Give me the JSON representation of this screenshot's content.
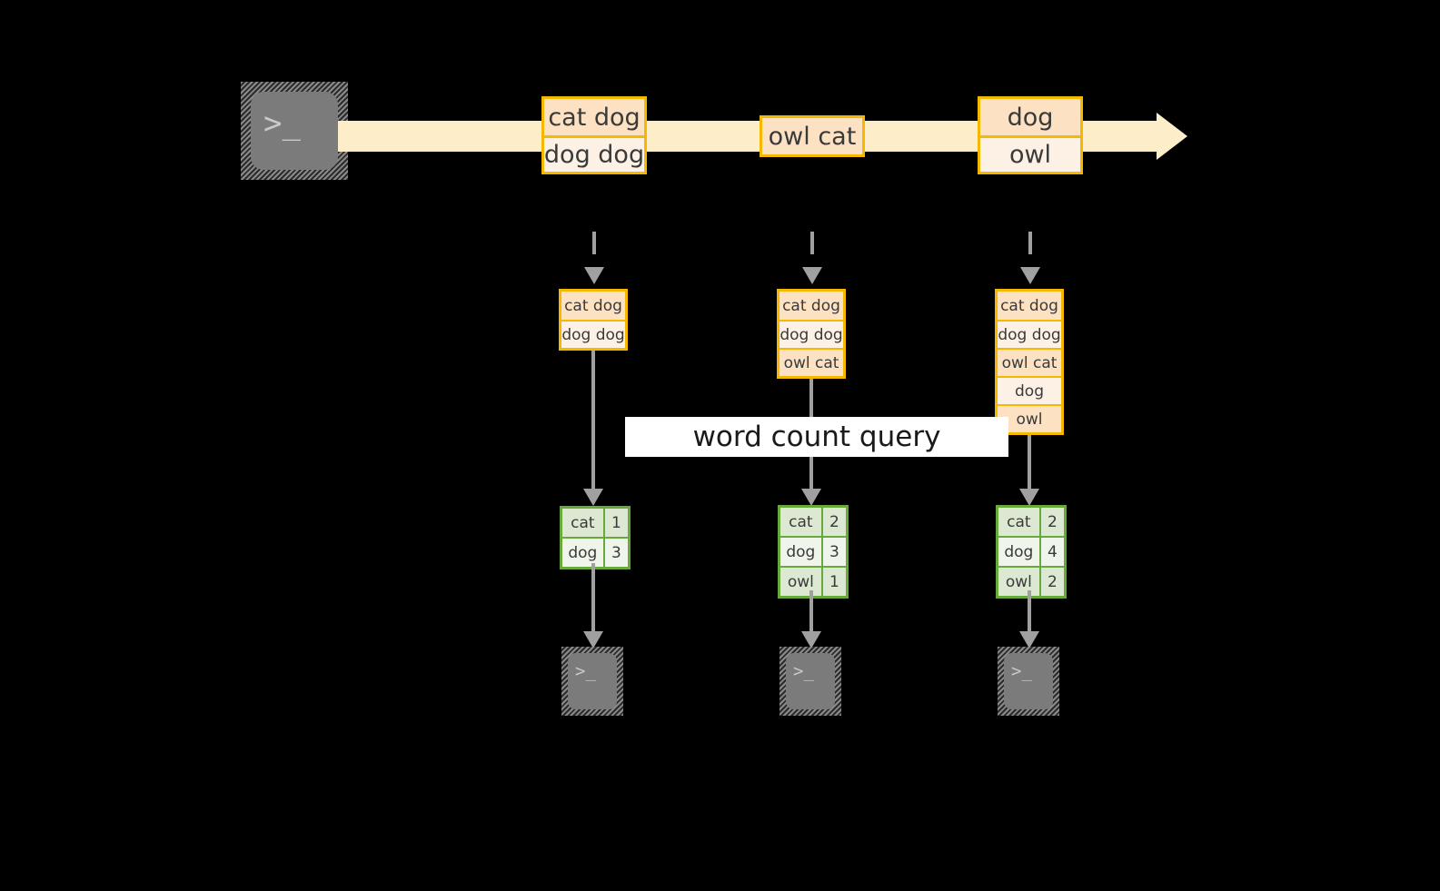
{
  "diagram": {
    "title_label": "word count query",
    "colors": {
      "background": "#000000",
      "stream_fill": "#fdeec9",
      "event_border": "#f5b800",
      "event_fill_dark": "#fce1c3",
      "event_fill_light": "#fdf1e6",
      "table_border": "#68a93c",
      "table_fill_dark": "#dde8d3",
      "table_fill_light": "#eff5ea",
      "connector": "#a0a0a0",
      "terminal_fill": "#7b7b7b",
      "label_band": "#ffffff"
    },
    "source": {
      "icon": "terminal-icon",
      "prompt_glyph": ">_"
    },
    "stream": {
      "groups": [
        {
          "name": "stream-batch-1",
          "rows": [
            "cat dog",
            "dog dog"
          ]
        },
        {
          "name": "stream-batch-2",
          "rows": [
            "owl cat"
          ]
        },
        {
          "name": "stream-batch-3",
          "rows": [
            "dog",
            "owl"
          ]
        }
      ]
    },
    "snapshots": [
      {
        "name": "snapshot-1",
        "rows": [
          "cat dog",
          "dog dog"
        ]
      },
      {
        "name": "snapshot-2",
        "rows": [
          "cat dog",
          "dog dog",
          "owl cat"
        ]
      },
      {
        "name": "snapshot-3",
        "rows": [
          "cat dog",
          "dog dog",
          "owl cat",
          "dog",
          "owl"
        ]
      }
    ],
    "results": [
      {
        "name": "result-1",
        "rows": [
          {
            "key": "cat",
            "val": "1"
          },
          {
            "key": "dog",
            "val": "3"
          }
        ]
      },
      {
        "name": "result-2",
        "rows": [
          {
            "key": "cat",
            "val": "2"
          },
          {
            "key": "dog",
            "val": "3"
          },
          {
            "key": "owl",
            "val": "1"
          }
        ]
      },
      {
        "name": "result-3",
        "rows": [
          {
            "key": "cat",
            "val": "2"
          },
          {
            "key": "dog",
            "val": "4"
          },
          {
            "key": "owl",
            "val": "2"
          }
        ]
      }
    ],
    "sinks": [
      {
        "name": "sink-terminal-1",
        "prompt_glyph": ">_"
      },
      {
        "name": "sink-terminal-2",
        "prompt_glyph": ">_"
      },
      {
        "name": "sink-terminal-3",
        "prompt_glyph": ">_"
      }
    ]
  }
}
